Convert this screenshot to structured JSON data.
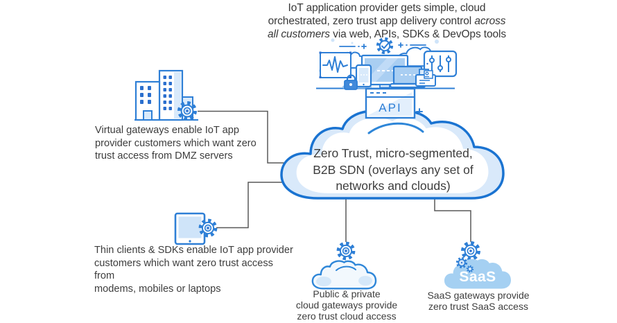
{
  "colors": {
    "icon_stroke": "#2e7fd6",
    "icon_fill_light": "#d9eafb",
    "icon_fill_mid": "#a9cef2",
    "cloud_border": "#1a73d1",
    "cloud_fill": "#d9e9fa",
    "saas_cloud_fill": "#a5d0f2",
    "connector": "#595959",
    "text": "#3d3d3d",
    "window_dot": "#2b6fce"
  },
  "header": {
    "line1": "IoT application provider gets simple, cloud",
    "line2_text": "orchestrated, zero trust app delivery control ",
    "line2_italic": "across",
    "line3_italic": "all customers",
    "line3_text": " via web, APIs, SDKs & DevOps tools"
  },
  "cluster": {
    "api_label": "API"
  },
  "main_cloud": {
    "line1": "Zero Trust, micro-segmented,",
    "line2": "B2B SDN (overlays any set of",
    "line3": "networks and clouds)"
  },
  "callouts": {
    "virtual_gateways": {
      "line1": "Virtual gateways enable IoT app",
      "line2": "provider customers which want zero",
      "line3": "trust access from DMZ servers"
    },
    "thin_clients": {
      "line1": "Thin clients & SDKs enable IoT app provider",
      "line2": "customers which want zero trust access from",
      "line3": "modems, mobiles or laptops"
    },
    "public_private": {
      "line1": "Public & private",
      "line2": "cloud gateways provide",
      "line3": "zero trust cloud access"
    },
    "saas": {
      "label": "SaaS",
      "line1": "SaaS gateways provide",
      "line2": "zero trust SaaS access"
    }
  }
}
